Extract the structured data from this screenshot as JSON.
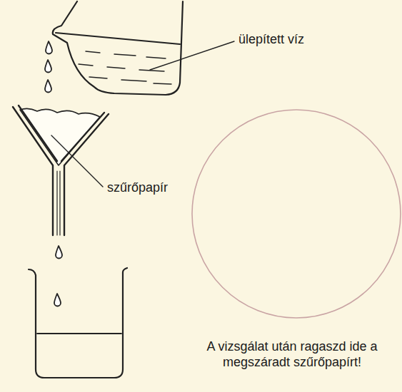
{
  "diagram": {
    "labels": [
      "ülepített víz",
      "szűrőpapír",
      "A vizsgálat után ragaszd ide a megszáradt szűrőpapírt!"
    ]
  }
}
